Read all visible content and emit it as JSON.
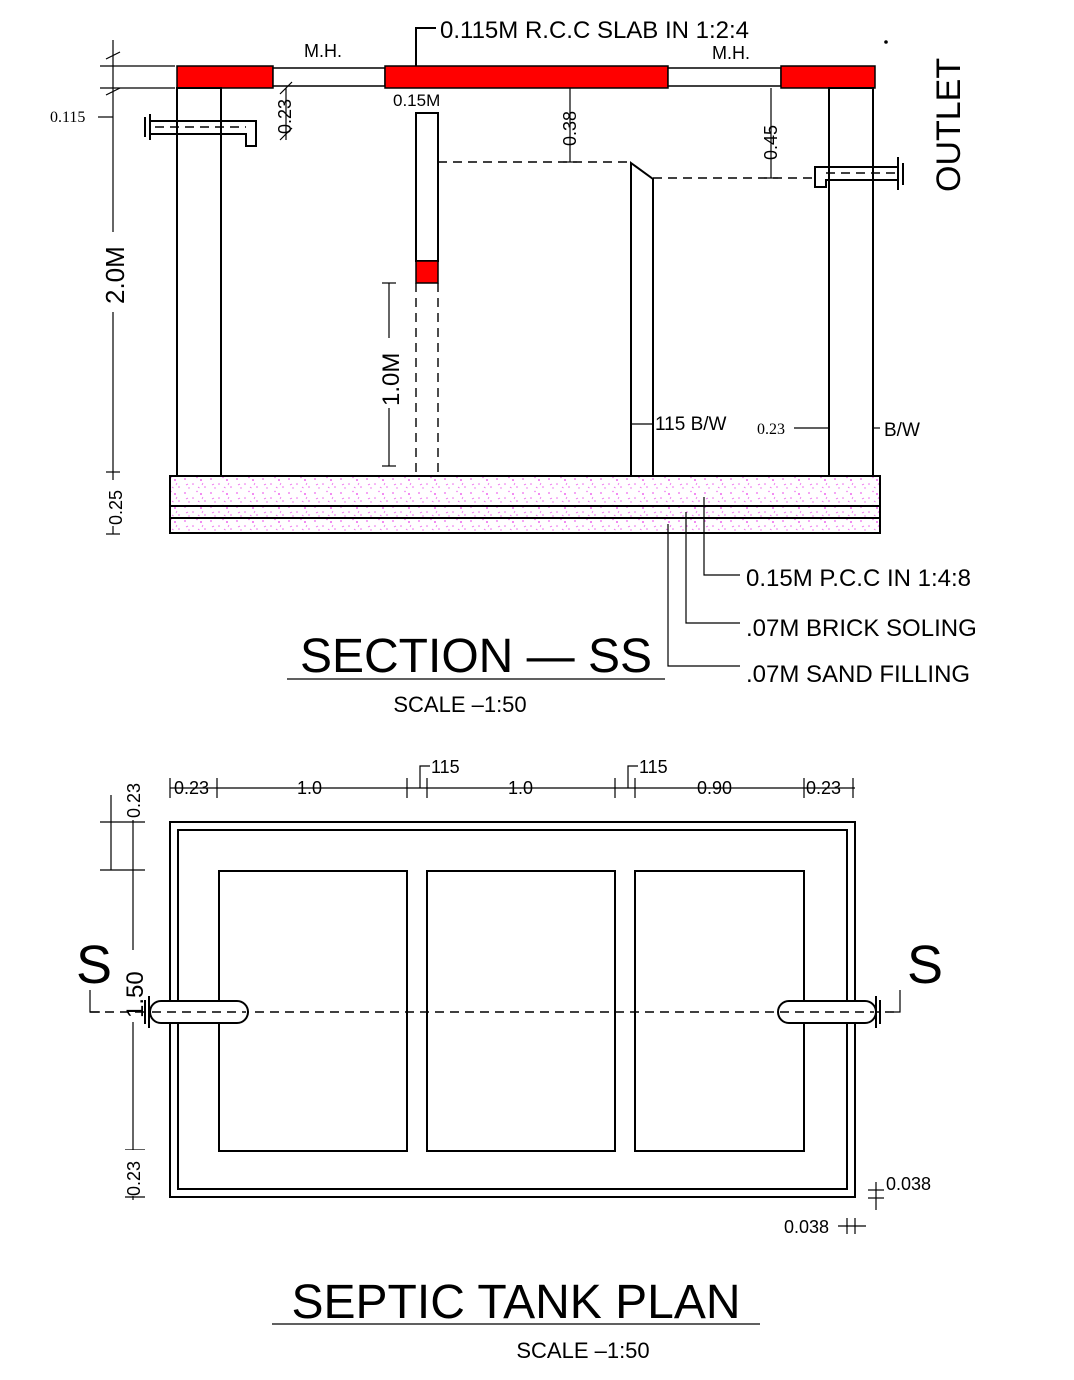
{
  "colors": {
    "line": "#000000",
    "slab_red": "#ff0000",
    "pcc_speckle": "#ee66ee",
    "background": "#ffffff"
  },
  "section": {
    "title": "SECTION  —  SS",
    "scale": "SCALE  –1:50",
    "slab_label": "0.115M  R.C.C  SLAB  IN 1:2:4",
    "manhole_label": "M.H.",
    "outlet_label": "OUTLET",
    "dims": {
      "slab_thk": "0.115",
      "depth": "2.0M",
      "base": "0.25",
      "inlet_drop": "0.23",
      "baffle_thk": "0.15M",
      "baffle_drop": "0.38",
      "outlet_drop": "0.45",
      "baffle_depth": "1.0M",
      "wall_115": "115  B/W",
      "wall_023_val": "0.23",
      "wall_023_tag": "B/W"
    },
    "base_layers": [
      "0.15M  P.C.C  IN  1:4:8",
      ".07M  BRICK  SOLING",
      ".07M  SAND  FILLING"
    ]
  },
  "plan": {
    "title": "SEPTIC  TANK  PLAN",
    "scale": "SCALE  –1:50",
    "section_mark": "S",
    "top_dims": [
      "0.23",
      "1.0",
      "115",
      "1.0",
      "115",
      "0.90",
      "0.23"
    ],
    "left_dims": [
      "0.23",
      "1.50",
      "0.23"
    ],
    "plaster_dims": [
      "0.038",
      "0.038"
    ]
  }
}
